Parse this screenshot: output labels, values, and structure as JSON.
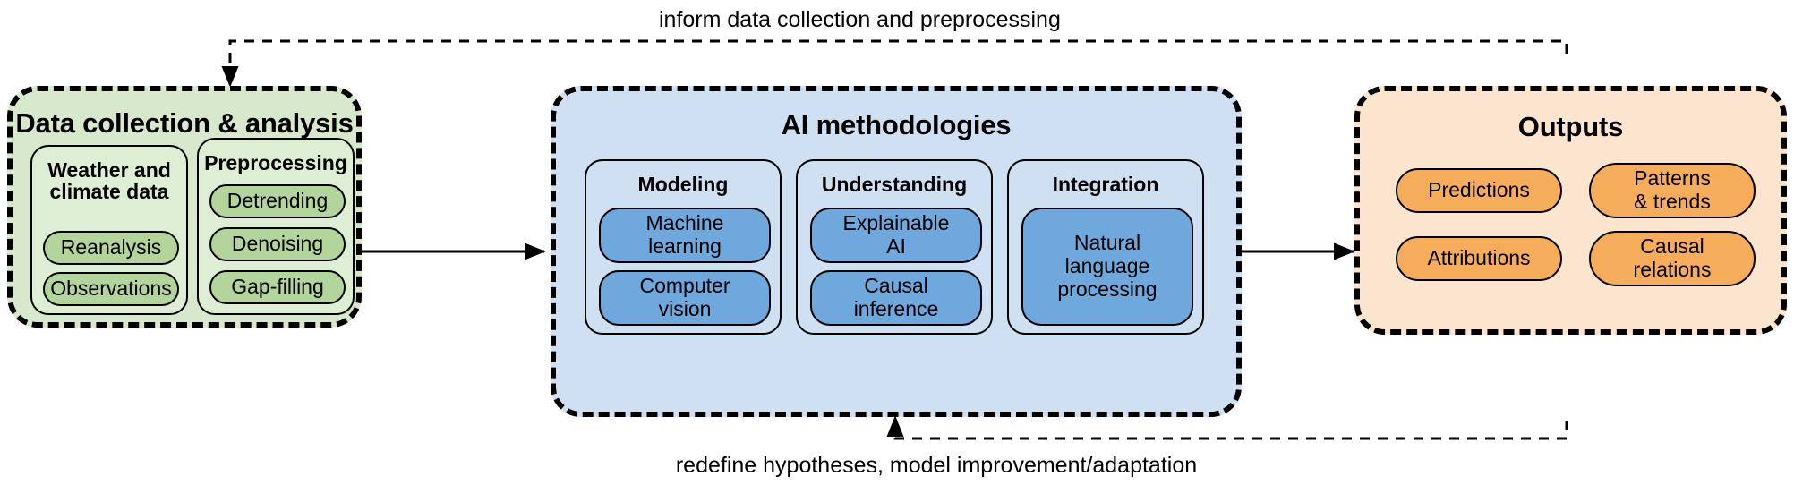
{
  "diagram": {
    "title_top_caption": "inform data collection and preprocessing",
    "title_bottom_caption": "redefine hypotheses, model improvement/adaptation",
    "colors": {
      "green_panel": "#d7e8cd",
      "green_group": "#ddeed4",
      "green_pill": "#b3d49a",
      "blue_panel": "#cfe0f3",
      "blue_pill": "#6fa8dc",
      "orange_panel": "#fce5ce",
      "orange_pill": "#f5ad5c",
      "stroke": "#000000"
    }
  },
  "panels": {
    "data_collection": {
      "title": "Data collection & analysis",
      "groups": [
        {
          "title": "Weather and\nclimate data",
          "title_line1": "Weather and",
          "title_line2": "climate data",
          "items": [
            "Reanalysis",
            "Observations"
          ]
        },
        {
          "title": "Preprocessing",
          "title_line1": "Preprocessing",
          "title_line2": "",
          "items": [
            "Detrending",
            "Denoising",
            "Gap-filling"
          ]
        }
      ]
    },
    "ai_methodologies": {
      "title": "AI methodologies",
      "groups": [
        {
          "title": "Modeling",
          "items": [
            {
              "line1": "Machine",
              "line2": "learning"
            },
            {
              "line1": "Computer",
              "line2": "vision"
            }
          ]
        },
        {
          "title": "Understanding",
          "items": [
            {
              "line1": "Explainable",
              "line2": "AI"
            },
            {
              "line1": "Causal",
              "line2": "inference"
            }
          ]
        },
        {
          "title": "Integration",
          "items": [
            {
              "line1": "Natural",
              "line2": "language",
              "line3": "processing"
            }
          ]
        }
      ]
    },
    "outputs": {
      "title": "Outputs",
      "items": [
        {
          "line1": "Predictions",
          "line2": ""
        },
        {
          "line1": "Patterns",
          "line2": "& trends"
        },
        {
          "line1": "Attributions",
          "line2": ""
        },
        {
          "line1": "Causal",
          "line2": "relations"
        }
      ]
    }
  }
}
